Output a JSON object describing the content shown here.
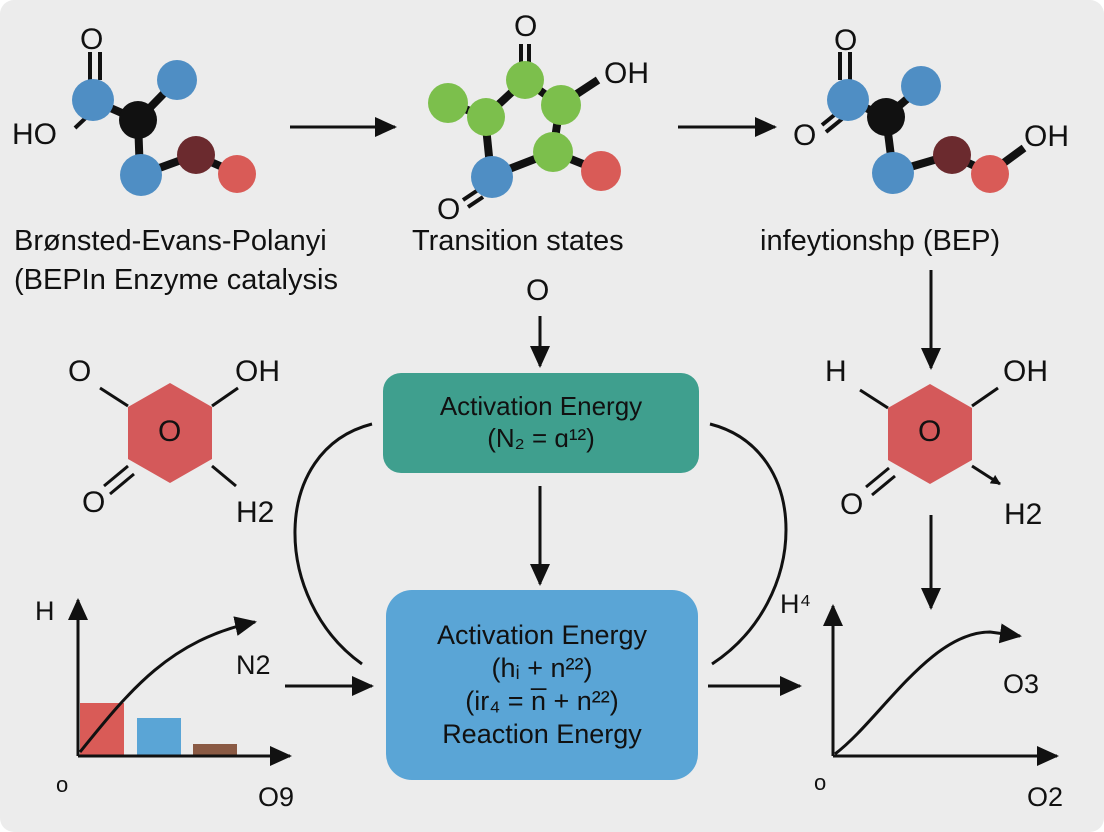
{
  "colors": {
    "background": "#ececec",
    "blue_atom": "#4f8ec4",
    "black_atom": "#111111",
    "maroon_atom": "#6b2a2e",
    "red_atom": "#d95b57",
    "green_atom": "#7cbf4c",
    "hexagon": "#d4595a",
    "teal_box": "#3f9f8e",
    "blue_box": "#5aa5d6",
    "bar_red": "#d95b57",
    "bar_blue": "#5aa5d6",
    "bar_brown": "#8a5a44"
  },
  "captions": {
    "left_line1": "Brønsted-Evans-Polanyi",
    "left_line2": "(BEPIn Enzyme catalysis",
    "middle": "Transition states",
    "right": "infeytionshp (BEP)"
  },
  "molecules": {
    "left": {
      "top_o": "O",
      "left_ho": "HO"
    },
    "middle": {
      "top_o": "O",
      "oh": "OH",
      "bottom_o": "O"
    },
    "right": {
      "top_o": "O",
      "left_o": "O",
      "oh": "OH"
    }
  },
  "rings": {
    "left": {
      "center": "O",
      "top_left": "O",
      "top_right": "OH",
      "bottom_left": "O",
      "bottom_right": "H2"
    },
    "right": {
      "center": "O",
      "top_left": "H",
      "top_right": "OH",
      "bottom_left": "O",
      "bottom_right": "H2"
    }
  },
  "labels": {
    "center_o": "O",
    "n2": "N2"
  },
  "box_teal": {
    "line1": "Activation Energy",
    "line2": "(N₂ = ɑ¹²)"
  },
  "box_blue": {
    "line1": "Activation Energy",
    "line2": "(hᵢ + n²²)",
    "line3": "(ir₄ = n̅ + n²²)",
    "line4": "Reaction Energy"
  },
  "left_chart": {
    "y_label": "H",
    "x_label": "O9",
    "origin": "o",
    "bars": [
      "red",
      "blue",
      "brown"
    ]
  },
  "right_chart": {
    "y_label": "H⁴",
    "x_label": "O2",
    "origin": "o",
    "curve_label": "O3"
  }
}
